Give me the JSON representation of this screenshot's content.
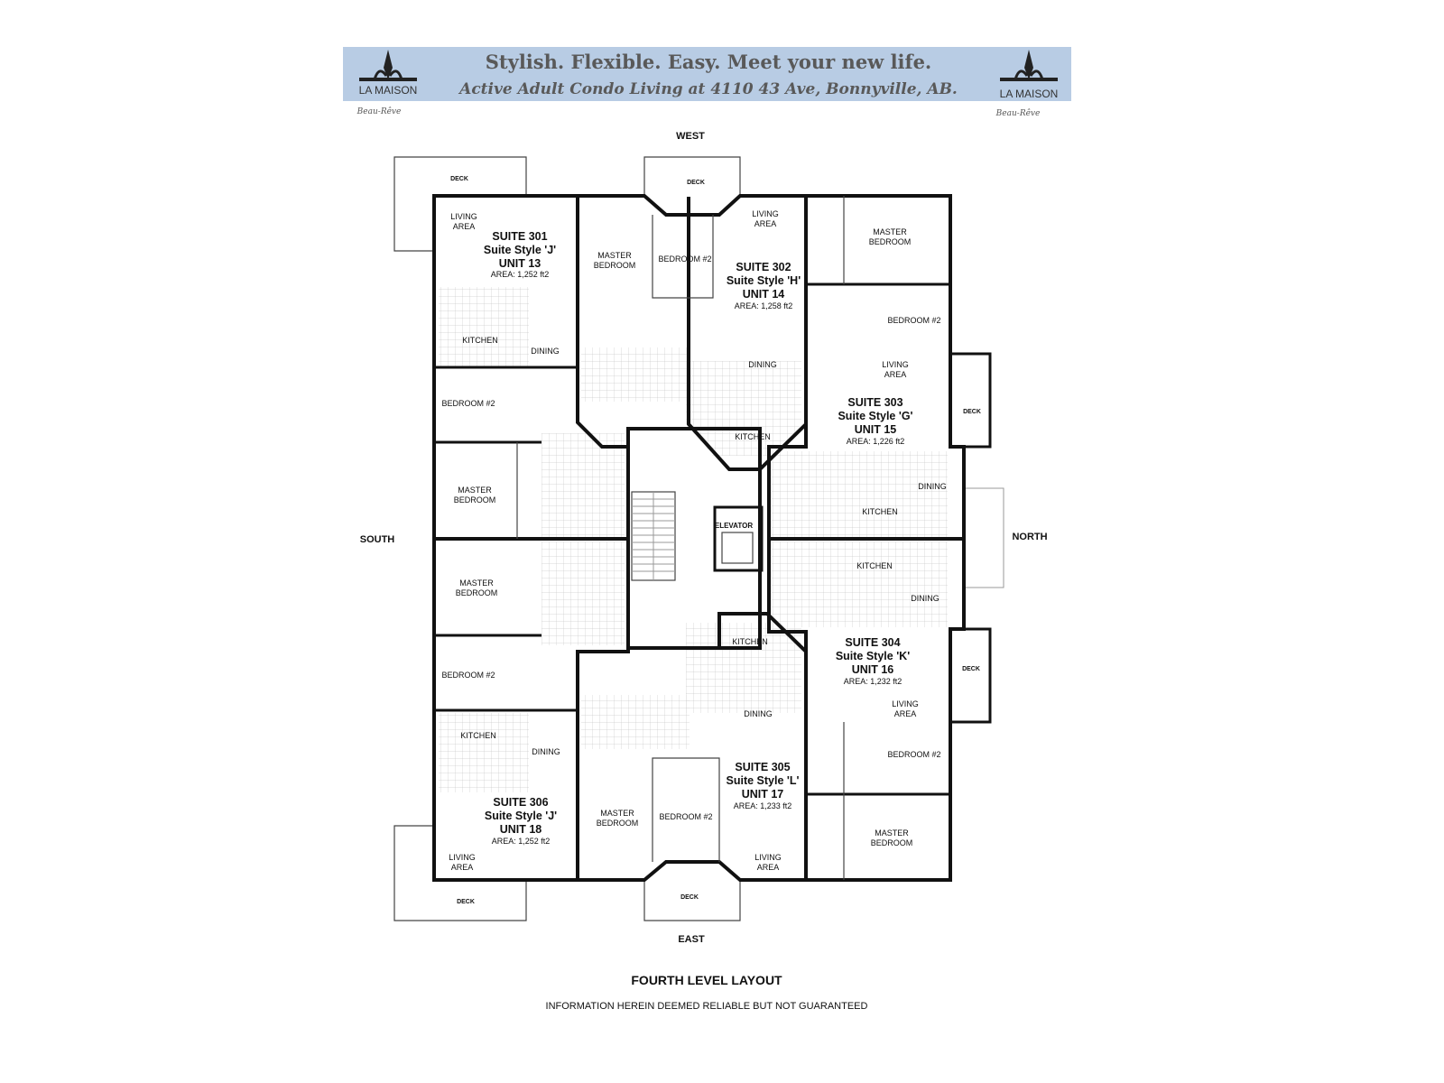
{
  "banner": {
    "line1": "Stylish. Flexible. Easy.   Meet your new life.",
    "line2": "Active Adult Condo Living at 4110 43 Ave, Bonnyville, AB.",
    "background": "#b8cce4",
    "logo_name": "LA MAISON",
    "logo_script": "Beau-Rêve"
  },
  "compass": {
    "west": "WEST",
    "south": "SOUTH",
    "north": "NORTH",
    "east": "EAST"
  },
  "suites": [
    {
      "suite": "SUITE 301",
      "style": "Suite Style 'J'",
      "unit": "UNIT 13",
      "area": "AREA: 1,252 ft2"
    },
    {
      "suite": "SUITE 302",
      "style": "Suite Style 'H'",
      "unit": "UNIT 14",
      "area": "AREA: 1,258 ft2"
    },
    {
      "suite": "SUITE 303",
      "style": "Suite Style 'G'",
      "unit": "UNIT 15",
      "area": "AREA: 1,226 ft2"
    },
    {
      "suite": "SUITE 304",
      "style": "Suite Style 'K'",
      "unit": "UNIT 16",
      "area": "AREA: 1,232 ft2"
    },
    {
      "suite": "SUITE 305",
      "style": "Suite Style 'L'",
      "unit": "UNIT 17",
      "area": "AREA: 1,233 ft2"
    },
    {
      "suite": "SUITE 306",
      "style": "Suite Style 'J'",
      "unit": "UNIT 18",
      "area": "AREA: 1,252 ft2"
    }
  ],
  "rooms": {
    "deck": "DECK",
    "living1": "LIVING",
    "living2": "AREA",
    "master1": "MASTER",
    "master2": "BEDROOM",
    "bedroom2": "BEDROOM #2",
    "kitchen": "KITCHEN",
    "dining": "DINING",
    "elevator": "ELEVATOR"
  },
  "footer": {
    "title": "FOURTH LEVEL LAYOUT",
    "disclaimer": "INFORMATION HEREIN DEEMED RELIABLE BUT NOT GUARANTEED"
  }
}
